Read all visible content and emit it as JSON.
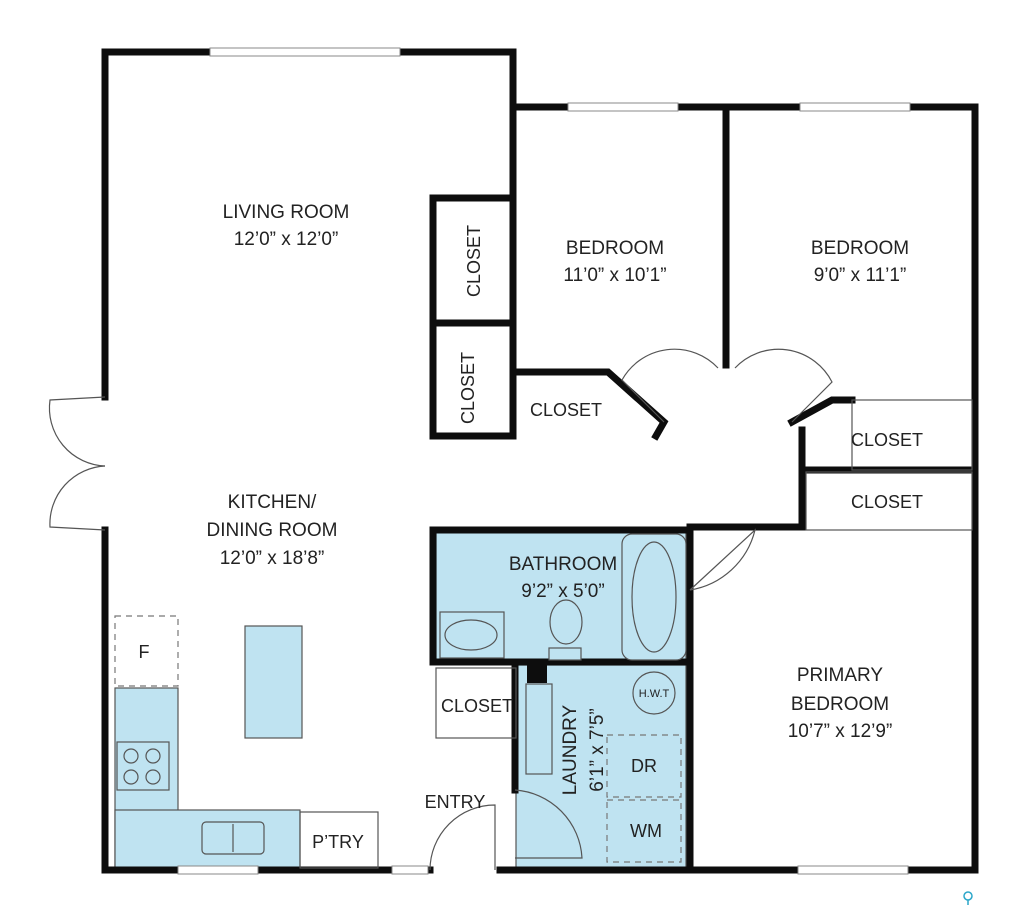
{
  "rooms": {
    "living": {
      "name": "LIVING ROOM",
      "dims": "12’0” x 12’0”"
    },
    "bedroom1": {
      "name": "BEDROOM",
      "dims": "11’0” x 10’1”"
    },
    "bedroom2": {
      "name": "BEDROOM",
      "dims": "9’0” x 11’1”"
    },
    "kitchen": {
      "name_line1": "KITCHEN/",
      "name_line2": "DINING ROOM",
      "dims": "12’0” x 18’8”"
    },
    "bathroom": {
      "name": "BATHROOM",
      "dims": "9’2” x 5’0”"
    },
    "primary": {
      "name_line1": "PRIMARY",
      "name_line2": "BEDROOM",
      "dims": "10’7” x 12’9”"
    },
    "laundry": {
      "name": "LAUNDRY",
      "dims": "6’1” x 7’5”"
    }
  },
  "closets": {
    "living_vertical": "CLOSET",
    "lower_vertical": "CLOSET",
    "bedroom1_closet": "CLOSET",
    "bedroom2_closet": "CLOSET",
    "primary_closet": "CLOSET",
    "laundry_closet": "CLOSET"
  },
  "labels": {
    "fridge": "F",
    "pantry": "P’TRY",
    "entry": "ENTRY",
    "hwt": "H.W.T",
    "dryer": "DR",
    "washer": "WM"
  },
  "colors": {
    "wall": "#0d0d0d",
    "fixture_fill": "#bfe3f1",
    "background": "#ffffff"
  }
}
